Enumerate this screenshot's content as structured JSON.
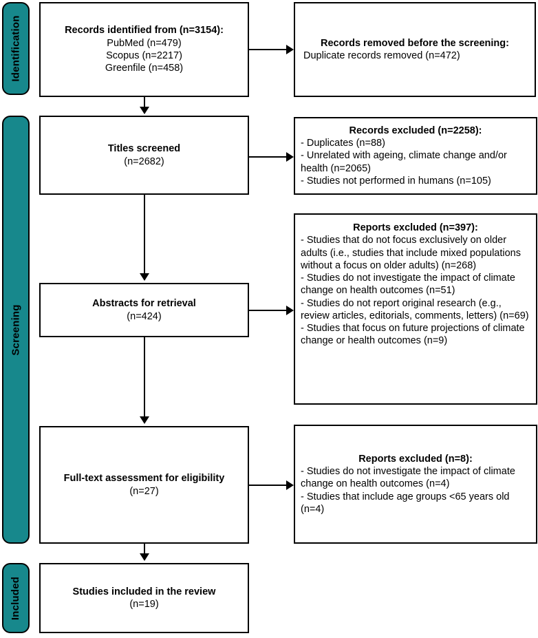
{
  "diagram": {
    "type": "prisma-flow-diagram",
    "accent_color": "#17888c",
    "line_color": "#000000",
    "background": "#ffffff"
  },
  "stages": [
    {
      "id": "identification",
      "label": "Identification"
    },
    {
      "id": "screening",
      "label": "Screening"
    },
    {
      "id": "included",
      "label": "Included"
    }
  ],
  "boxes": {
    "records_identified": {
      "title": "Records identified from (n=3154):",
      "lines": [
        "PubMed (n=479)",
        "Scopus (n=2217)",
        "Greenfile (n=458)"
      ]
    },
    "records_removed": {
      "title": "Records removed before the screening:",
      "lines": [
        "Duplicate records removed (n=472)"
      ]
    },
    "titles_screened": {
      "title": "Titles screened",
      "count": "(n=2682)"
    },
    "records_excluded": {
      "title": "Records excluded (n=2258):",
      "lines": [
        "- Duplicates (n=88)",
        "- Unrelated with ageing, climate change and/or health (n=2065)",
        "- Studies not performed in humans (n=105)"
      ]
    },
    "abstracts_retrieval": {
      "title": "Abstracts for retrieval",
      "count": "(n=424)"
    },
    "reports_excluded_397": {
      "title": "Reports excluded (n=397):",
      "lines": [
        "- Studies that do not focus exclusively on older adults (i.e., studies that include mixed populations without a focus on older adults) (n=268)",
        "- Studies do not investigate the impact of climate change on health outcomes (n=51)",
        "- Studies do not report original research (e.g., review articles, editorials, comments, letters) (n=69)",
        "- Studies that focus on future projections of climate change or health outcomes (n=9)"
      ]
    },
    "full_text_assessment": {
      "title": "Full-text assessment for eligibility",
      "count": "(n=27)"
    },
    "reports_excluded_8": {
      "title": "Reports excluded (n=8):",
      "lines": [
        "- Studies do not investigate the impact of climate change on health outcomes (n=4)",
        "- Studies that include age groups <65 years old (n=4)"
      ]
    },
    "studies_included": {
      "title": "Studies included in the review",
      "count": "(n=19)"
    }
  },
  "counts": {
    "identified_total": 3154,
    "pubmed": 479,
    "scopus": 2217,
    "greenfile": 458,
    "duplicates_removed_before_screening": 472,
    "titles_screened": 2682,
    "records_excluded": 2258,
    "excluded_duplicates": 88,
    "excluded_unrelated": 2065,
    "excluded_not_humans": 105,
    "abstracts_for_retrieval": 424,
    "reports_excluded_stage1": 397,
    "excluded_not_older_adults": 268,
    "excluded_no_climate_health_impact_stage1": 51,
    "excluded_not_original_research": 69,
    "excluded_future_projections": 9,
    "full_text_assessed": 27,
    "reports_excluded_stage2": 8,
    "excluded_no_climate_health_impact_stage2": 4,
    "excluded_age_under_65": 4,
    "studies_included": 19
  }
}
